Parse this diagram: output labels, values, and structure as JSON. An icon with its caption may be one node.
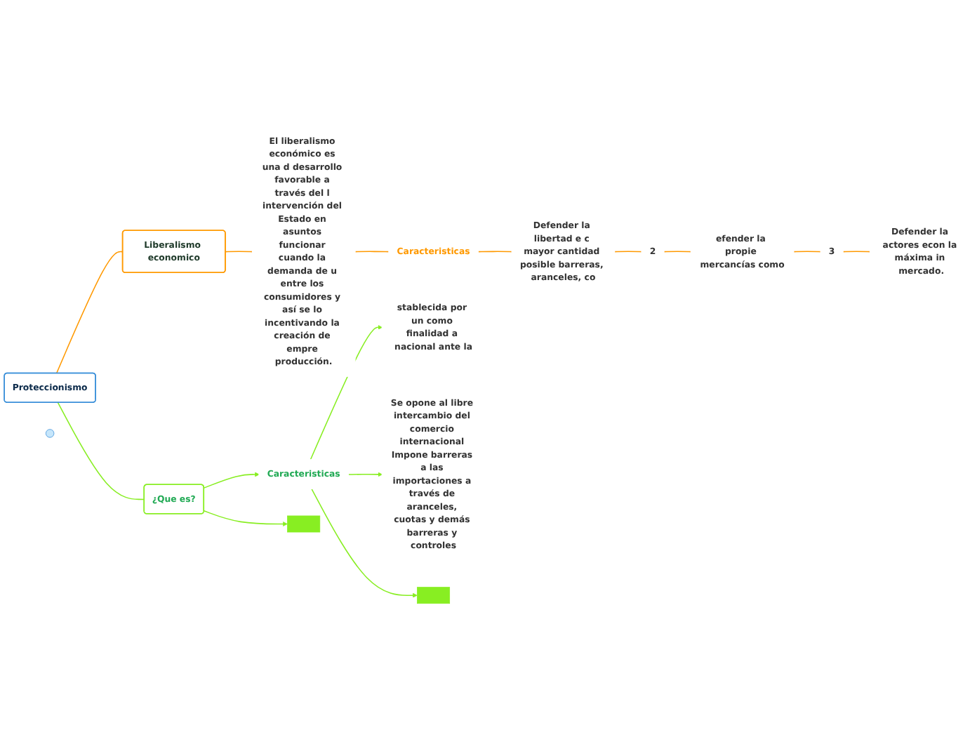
{
  "diagram": {
    "nodes": [
      {
        "text": [
          "Proteccionismo"
        ]
      },
      {
        "text": [
          "Liberalismo economico"
        ]
      },
      {
        "text": [
          "El liberalismo económico es una d desarrollo favorable a través del l intervención del Estado en asuntos funcionar cuando la demanda de u entre los consumidores y así se lo incentivando la creación de empre producción."
        ]
      },
      {
        "text": [
          "Caracteristicas"
        ]
      },
      {
        "text": [
          "Defender la libertad e c mayor cantidad posible barreras, aranceles, co"
        ]
      },
      {
        "text": [
          "2"
        ]
      },
      {
        "text": [
          "efender la propie mercancías como"
        ]
      },
      {
        "text": [
          "3"
        ]
      },
      {
        "text": [
          "Defender la actores econ la máxima in mercado."
        ]
      },
      {
        "text": [
          "¿Que es?"
        ]
      },
      {
        "text": [
          "Caracteristicas"
        ]
      },
      {
        "text": [
          "stablecida por un como finalidad a nacional ante la"
        ]
      },
      {
        "text": [
          "Se opone al libre intercambio del comercio internacional Impone barreras a las importaciones a través de aranceles, cuotas y demás barreras y controles"
        ]
      },
      {
        "text": [],
        "shape": "bar"
      },
      {
        "text": [],
        "shape": "bar"
      },
      {
        "text": [],
        "shape": "circle"
      }
    ],
    "edges": [
      {
        "from": 0,
        "to": 1,
        "arrow": "none"
      },
      {
        "from": 1,
        "to": 2,
        "arrow": "none"
      },
      {
        "from": 2,
        "to": 3,
        "arrow": "none"
      },
      {
        "from": 3,
        "to": 4,
        "arrow": "none"
      },
      {
        "from": 4,
        "to": 5,
        "arrow": "none"
      },
      {
        "from": 5,
        "to": 6,
        "arrow": "none"
      },
      {
        "from": 6,
        "to": 7,
        "arrow": "none"
      },
      {
        "from": 7,
        "to": 8,
        "arrow": "none"
      },
      {
        "from": 0,
        "to": 9,
        "arrow": "none",
        "color": "#88ee22"
      },
      {
        "from": 9,
        "to": 10,
        "arrow": "to",
        "color": "#88ee22"
      },
      {
        "from": 10,
        "to": 11,
        "arrow": "to",
        "color": "#88ee22"
      },
      {
        "from": 10,
        "to": 12,
        "arrow": "to",
        "color": "#88ee22"
      },
      {
        "from": 10,
        "to": 13,
        "arrow": "to",
        "color": "#88ee22"
      },
      {
        "from": 9,
        "to": 14,
        "arrow": "to",
        "color": "#88ee22"
      }
    ]
  }
}
